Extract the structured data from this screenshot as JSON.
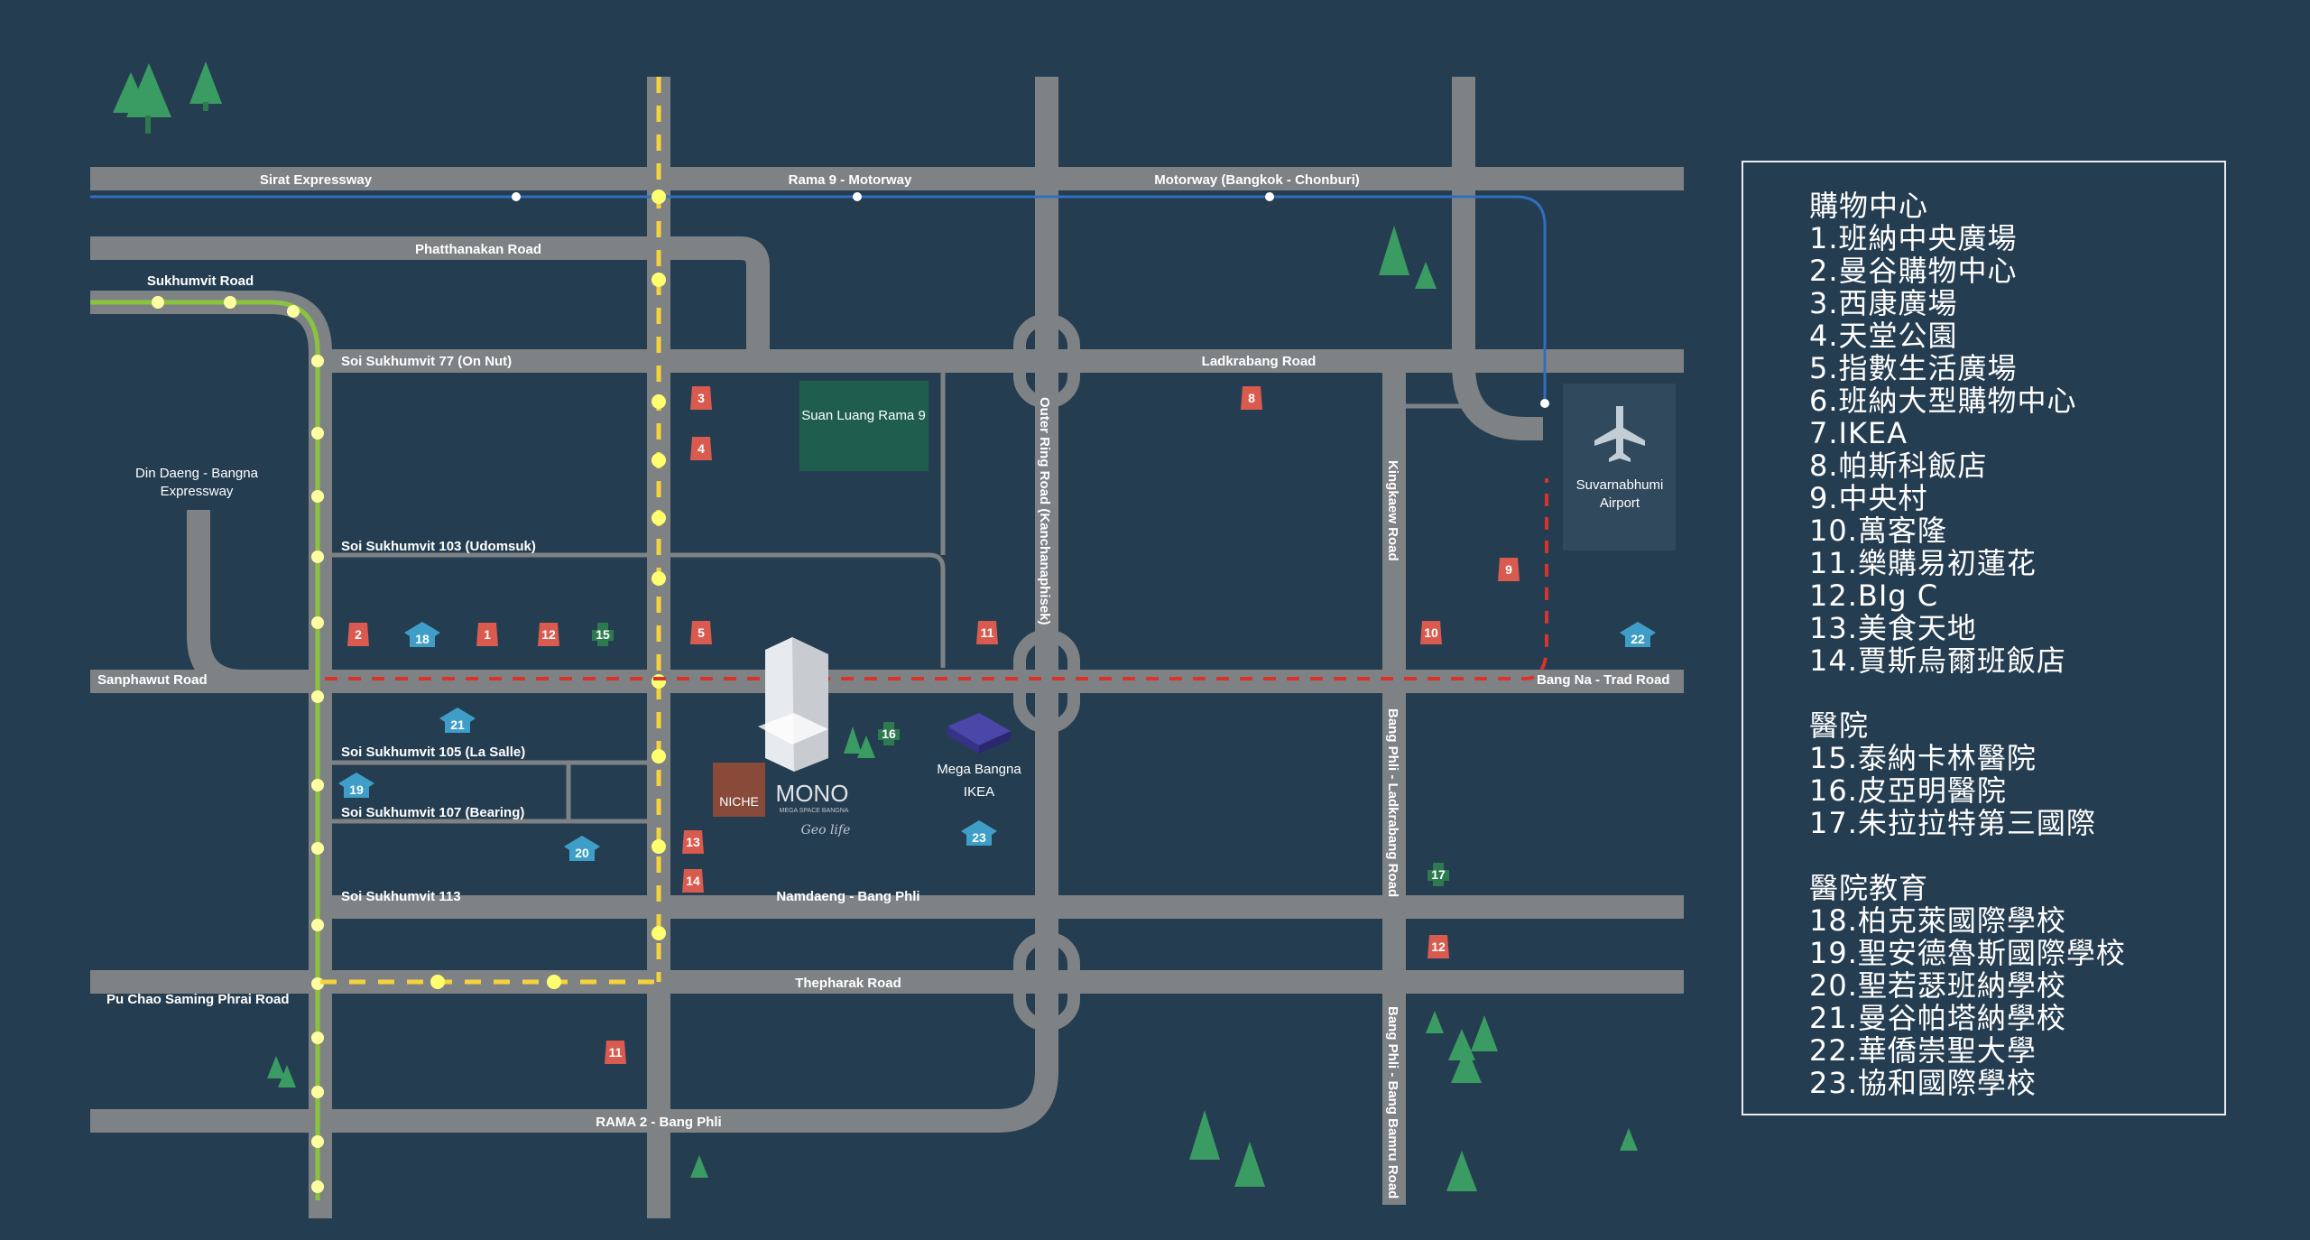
{
  "colors": {
    "background": "#253d51",
    "road": "#7f8285",
    "green_line": "#8ac43f",
    "blue_line": "#2f6fbe",
    "yellow_line": "#f5d33b",
    "red_line": "#d9342b",
    "park": "#1f5e4c",
    "tree": "#3a9b63",
    "shop_pin": "#d95a4e",
    "edu_pin": "#3f9ec7"
  },
  "roads": {
    "sirat": "Sirat Expressway",
    "rama9": "Rama 9 - Motorway",
    "motorway": "Motorway (Bangkok - Chonburi)",
    "phatthanakan": "Phatthanakan Road",
    "sukhumvit": "Sukhumvit Road",
    "soi77": "Soi Sukhumvit 77 (On Nut)",
    "ladkrabang": "Ladkrabang Road",
    "din_daeng": "Din Daeng - Bangna Expressway",
    "soi103": "Soi Sukhumvit 103 (Udomsuk)",
    "sanphawut": "Sanphawut Road",
    "bangna_trad": "Bang Na - Trad Road",
    "soi105": "Soi Sukhumvit 105 (La Salle)",
    "soi107": "Soi Sukhumvit 107 (Bearing)",
    "soi113": "Soi Sukhumvit 113",
    "namdaeng": "Namdaeng - Bang Phli",
    "thepharak": "Thepharak Road",
    "pu_chao": "Pu Chao Saming Phrai Road",
    "rama2": "RAMA 2 - Bang Phli",
    "outer_ring": "Outer Ring Road (Kanchanaphisek)",
    "kingkaew": "Kingkaew Road",
    "bangphli_ladkrabang": "Bang Phli - Ladkrabang Road",
    "bangphli_bangbamru": "Bang Phli - Bang Bamru Road"
  },
  "places": {
    "park": "Suan Luang Rama 9",
    "airport": "Suvarnabhumi Airport",
    "mega_bangna": "Mega Bangna",
    "ikea": "IKEA",
    "niche": "NICHE",
    "mono": "MONO",
    "mono_sub": "MEGA SPACE BANGNA",
    "geo": "Geo life"
  },
  "pins": {
    "shopping": [
      "1",
      "2",
      "3",
      "4",
      "5",
      "8",
      "9",
      "10",
      "11",
      "11",
      "12",
      "12",
      "13",
      "14"
    ],
    "hospital": [
      "15",
      "16",
      "17"
    ],
    "education": [
      "18",
      "19",
      "20",
      "21",
      "22",
      "23"
    ]
  },
  "legend": {
    "shopping_title": "購物中心",
    "shopping": [
      "1.班納中央廣場",
      "2.曼谷購物中心",
      "3.西康廣場",
      "4.天堂公園",
      "5.指數生活廣場",
      "6.班納大型購物中心",
      "7.IKEA",
      "8.帕斯科飯店",
      "9.中央村",
      "10.萬客隆",
      "11.樂購易初蓮花",
      "12.BIg C",
      "13.美食天地",
      "14.賈斯烏爾班飯店"
    ],
    "hospital_title": "醫院",
    "hospital": [
      "15.泰納卡林醫院",
      "16.皮亞明醫院",
      "17.朱拉拉特第三國際"
    ],
    "education_title": "醫院教育",
    "education": [
      "18.柏克萊國際學校",
      "19.聖安德魯斯國際學校",
      "20.聖若瑟班納學校",
      "21.曼谷帕塔納學校",
      "22.華僑崇聖大學",
      "23.協和國際學校"
    ]
  }
}
